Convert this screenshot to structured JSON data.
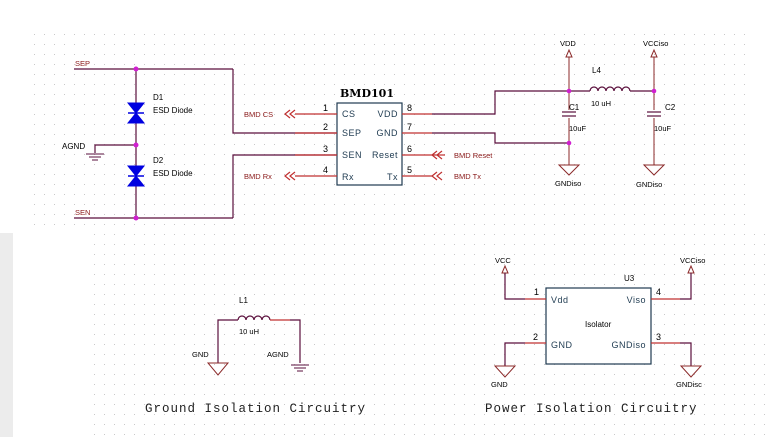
{
  "schematic": {
    "top_left": {
      "nets": {
        "sep": "SEP",
        "sen": "SEN",
        "agnd": "AGND"
      },
      "diodes": [
        {
          "ref": "D1",
          "value": "ESD Diode"
        },
        {
          "ref": "D2",
          "value": "ESD Diode"
        }
      ]
    },
    "chip": {
      "name": "BMD101",
      "pins_left": [
        {
          "num": "1",
          "name": "CS",
          "port": "BMD CS"
        },
        {
          "num": "2",
          "name": "SEP",
          "port": ""
        },
        {
          "num": "3",
          "name": "SEN",
          "port": ""
        },
        {
          "num": "4",
          "name": "Rx",
          "port": "BMD Rx"
        }
      ],
      "pins_right": [
        {
          "num": "8",
          "name": "VDD",
          "port": ""
        },
        {
          "num": "7",
          "name": "GND",
          "port": ""
        },
        {
          "num": "6",
          "name": "Reset",
          "port": "BMD Reset"
        },
        {
          "num": "5",
          "name": "Tx",
          "port": "BMD Tx"
        }
      ]
    },
    "power_filter": {
      "vdd": "VDD",
      "vcciso": "VCCiso",
      "inductor": {
        "ref": "L4",
        "value": "10 uH"
      },
      "c1": {
        "ref": "C1",
        "value": "10uF"
      },
      "c2": {
        "ref": "C2",
        "value": "10uF"
      },
      "gnd1": "GNDiso",
      "gnd2": "GNDiso"
    },
    "ground_isolation": {
      "inductor": {
        "ref": "L1",
        "value": "10 uH"
      },
      "gnd": "GND",
      "agnd": "AGND",
      "caption": "Ground Isolation Circuitry"
    },
    "power_isolation": {
      "ref": "U3",
      "name": "Isolator",
      "pins": [
        {
          "num": "1",
          "name": "Vdd"
        },
        {
          "num": "2",
          "name": "GND"
        },
        {
          "num": "4",
          "name": "Viso"
        },
        {
          "num": "3",
          "name": "GNDiso"
        }
      ],
      "vcc": "VCC",
      "vcciso": "VCCiso",
      "gnd": "GND",
      "gndiso": "GNDisc",
      "caption": "Power Isolation Circuitry"
    }
  }
}
